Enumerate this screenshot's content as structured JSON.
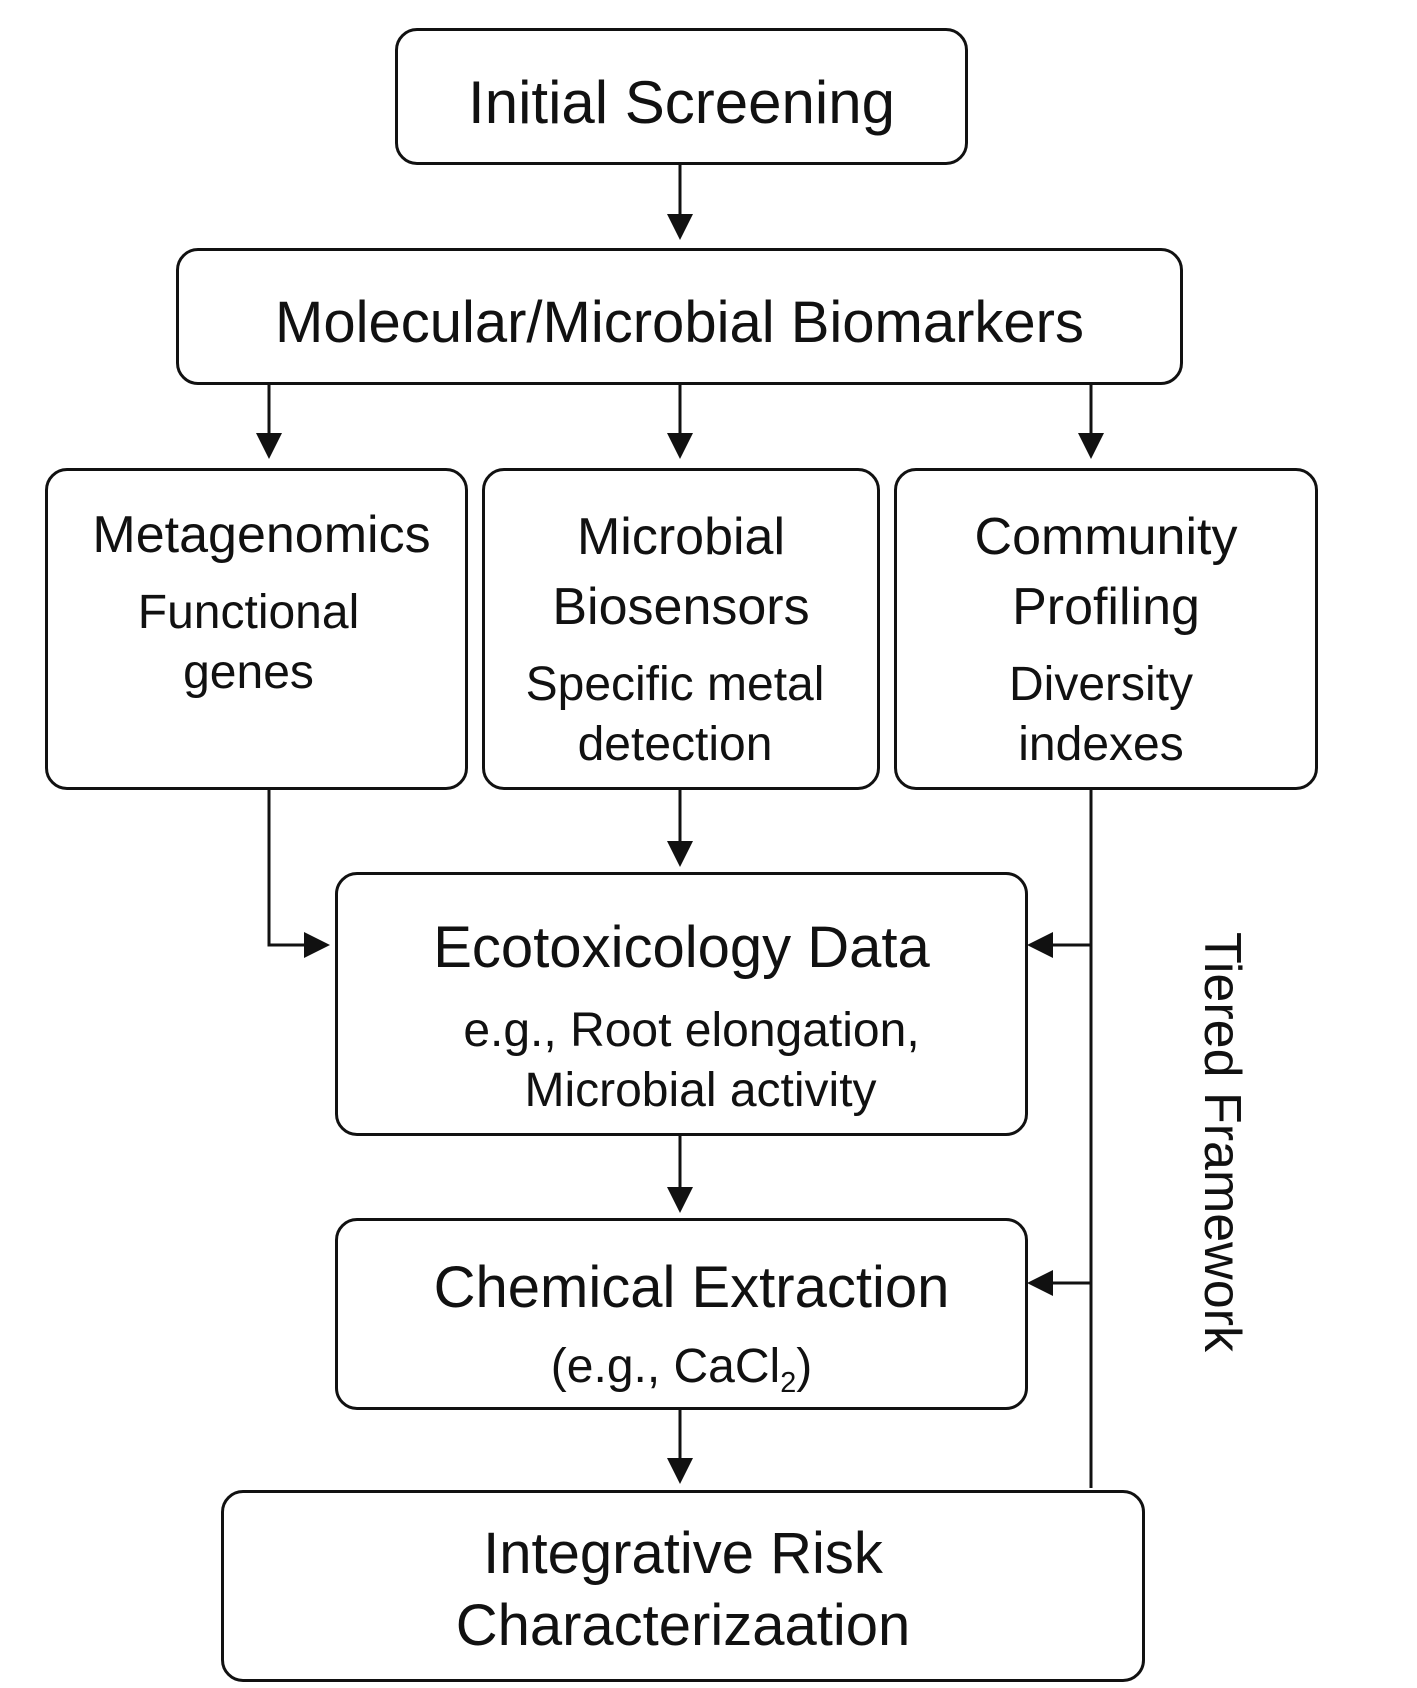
{
  "nodes": {
    "initial": {
      "title": "Initial Screening"
    },
    "biomarkers": {
      "title": "Molecular/Microbial Biomarkers"
    },
    "metagenomics": {
      "title": "Metagenomics",
      "line1": "Functional",
      "line2": "genes"
    },
    "biosensors": {
      "title1": "Microbial",
      "title2": "Biosensors",
      "line1": "Specific metal",
      "line2": "detection"
    },
    "community": {
      "title1": "Community",
      "title2": "Profiling",
      "line1": "Diversity",
      "line2": "indexes"
    },
    "ecotox": {
      "title": "Ecotoxicology Data",
      "line1": "e.g., Root elongation,",
      "line2": "Microbial activity"
    },
    "chemical": {
      "title": "Chemical Extraction",
      "line_prefix": "(e.g., CaCl",
      "line_sub": "2",
      "line_suffix": ")"
    },
    "integrative": {
      "line1": "Integrative Risk",
      "line2": "Characterizaation"
    }
  },
  "side_label": "Tiered Framework",
  "colors": {
    "stroke": "#111111",
    "background": "#ffffff"
  }
}
